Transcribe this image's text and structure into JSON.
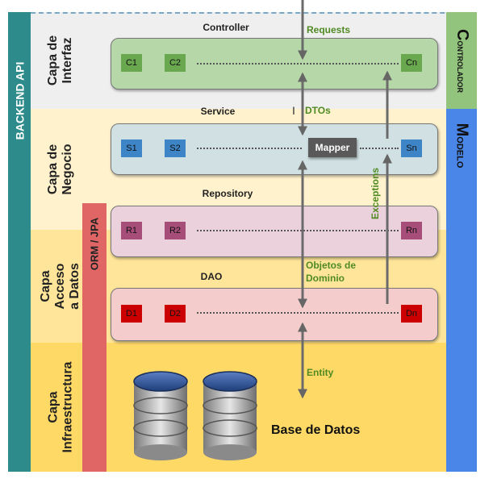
{
  "backend_api": "BACKEND API",
  "layers": {
    "interfaz": "Capa de Interfaz",
    "negocio": "Capa de Negocio",
    "acceso": "Capa Acceso a Datos",
    "infra": "Capa Infraestructura"
  },
  "orm": "ORM / JPA",
  "controlador": {
    "cap": "C",
    "rest": "ONTROLADOR"
  },
  "modelo": {
    "cap": "M",
    "rest": "ODELO"
  },
  "bands": {
    "controller": "Controller",
    "service": "Service",
    "repository": "Repository",
    "dao": "DAO"
  },
  "components": {
    "c1": "C1",
    "c2": "C2",
    "cn": "Cn",
    "s1": "S1",
    "s2": "S2",
    "sn": "Sn",
    "r1": "R1",
    "r2": "R2",
    "rn": "Rn",
    "d1": "D1",
    "d2": "D2",
    "dn": "Dn",
    "mapper": "Mapper"
  },
  "flows": {
    "requests": "Requests",
    "dtos": "DTOs",
    "exceptions": "Exceptions",
    "objetos1": "Objetos de",
    "objetos2": "Dominio",
    "entity": "Entity"
  },
  "database": "Base de Datos",
  "colors": {
    "green_box": "#6aa84f",
    "blue_box": "#3d85c6",
    "mauve_box": "#a64d79",
    "red_box": "#cc0000",
    "left_bar": "#2e8b8b",
    "right_blue": "#4a86e8",
    "orm_bar": "#e06666"
  }
}
